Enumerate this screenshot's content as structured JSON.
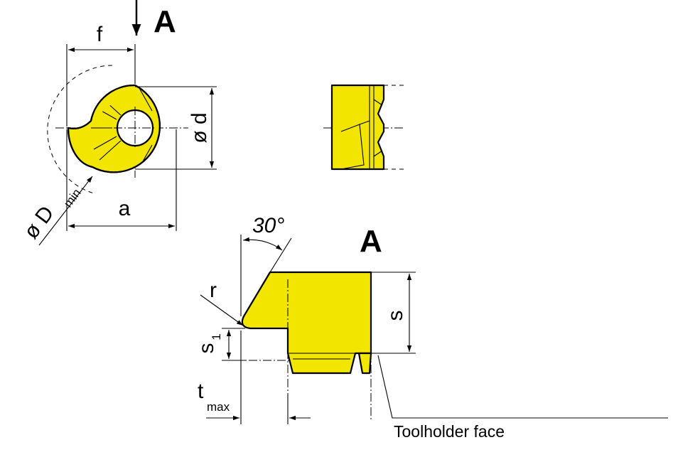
{
  "view_marker": {
    "top": "A",
    "side": "A"
  },
  "dimensions": {
    "f": "f",
    "d": "ø d",
    "a": "a",
    "D": "ø D",
    "D_sub": "min",
    "angle": "30°",
    "r": "r",
    "s": "s",
    "s1": "s",
    "s1_sub": "1",
    "tmax": "t",
    "tmax_sub": "max"
  },
  "caption": "Toolholder face",
  "colors": {
    "insert": "#f2e600",
    "line": "#000000",
    "background": "#ffffff"
  }
}
